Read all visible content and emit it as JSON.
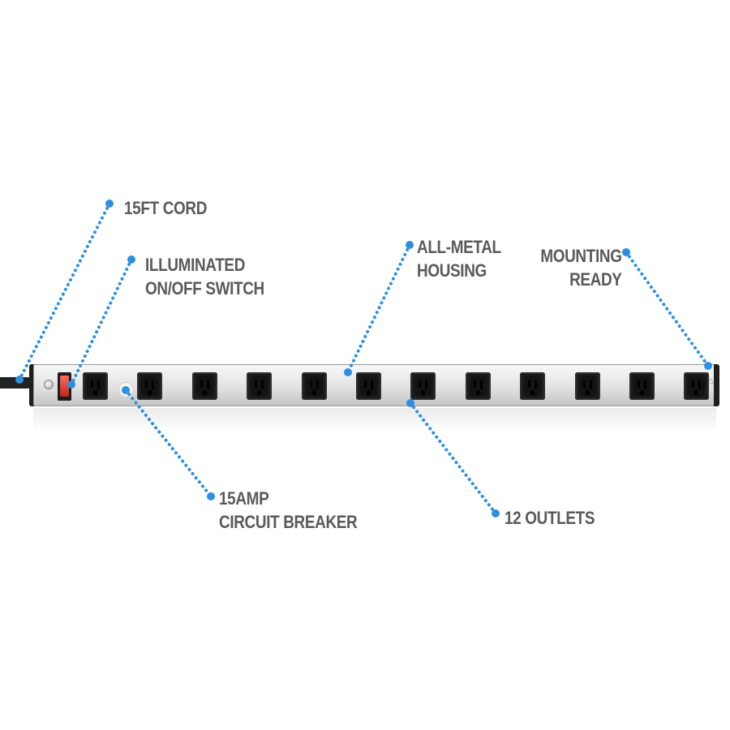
{
  "callouts": [
    {
      "id": "cord",
      "lines": [
        "15FT CORD"
      ]
    },
    {
      "id": "switch",
      "lines": [
        "ILLUMINATED",
        "ON/OFF SWITCH"
      ]
    },
    {
      "id": "housing",
      "lines": [
        "ALL-METAL",
        "HOUSING"
      ]
    },
    {
      "id": "mounting",
      "lines": [
        "MOUNTING",
        "READY"
      ]
    },
    {
      "id": "breaker",
      "lines": [
        "15AMP",
        "CIRCUIT BREAKER"
      ]
    },
    {
      "id": "outlets",
      "lines": [
        "12 OUTLETS"
      ]
    }
  ],
  "product": {
    "outlet_count": 12
  },
  "colors": {
    "accent": "#2e8fe0",
    "label_text": "#5a5a5a",
    "switch_red": "#d8332a",
    "housing_metal": "#e6e6e6",
    "outlet_black": "#1b1b1b"
  },
  "icons": {
    "mounting_mark": "triangle-outline-icon"
  }
}
